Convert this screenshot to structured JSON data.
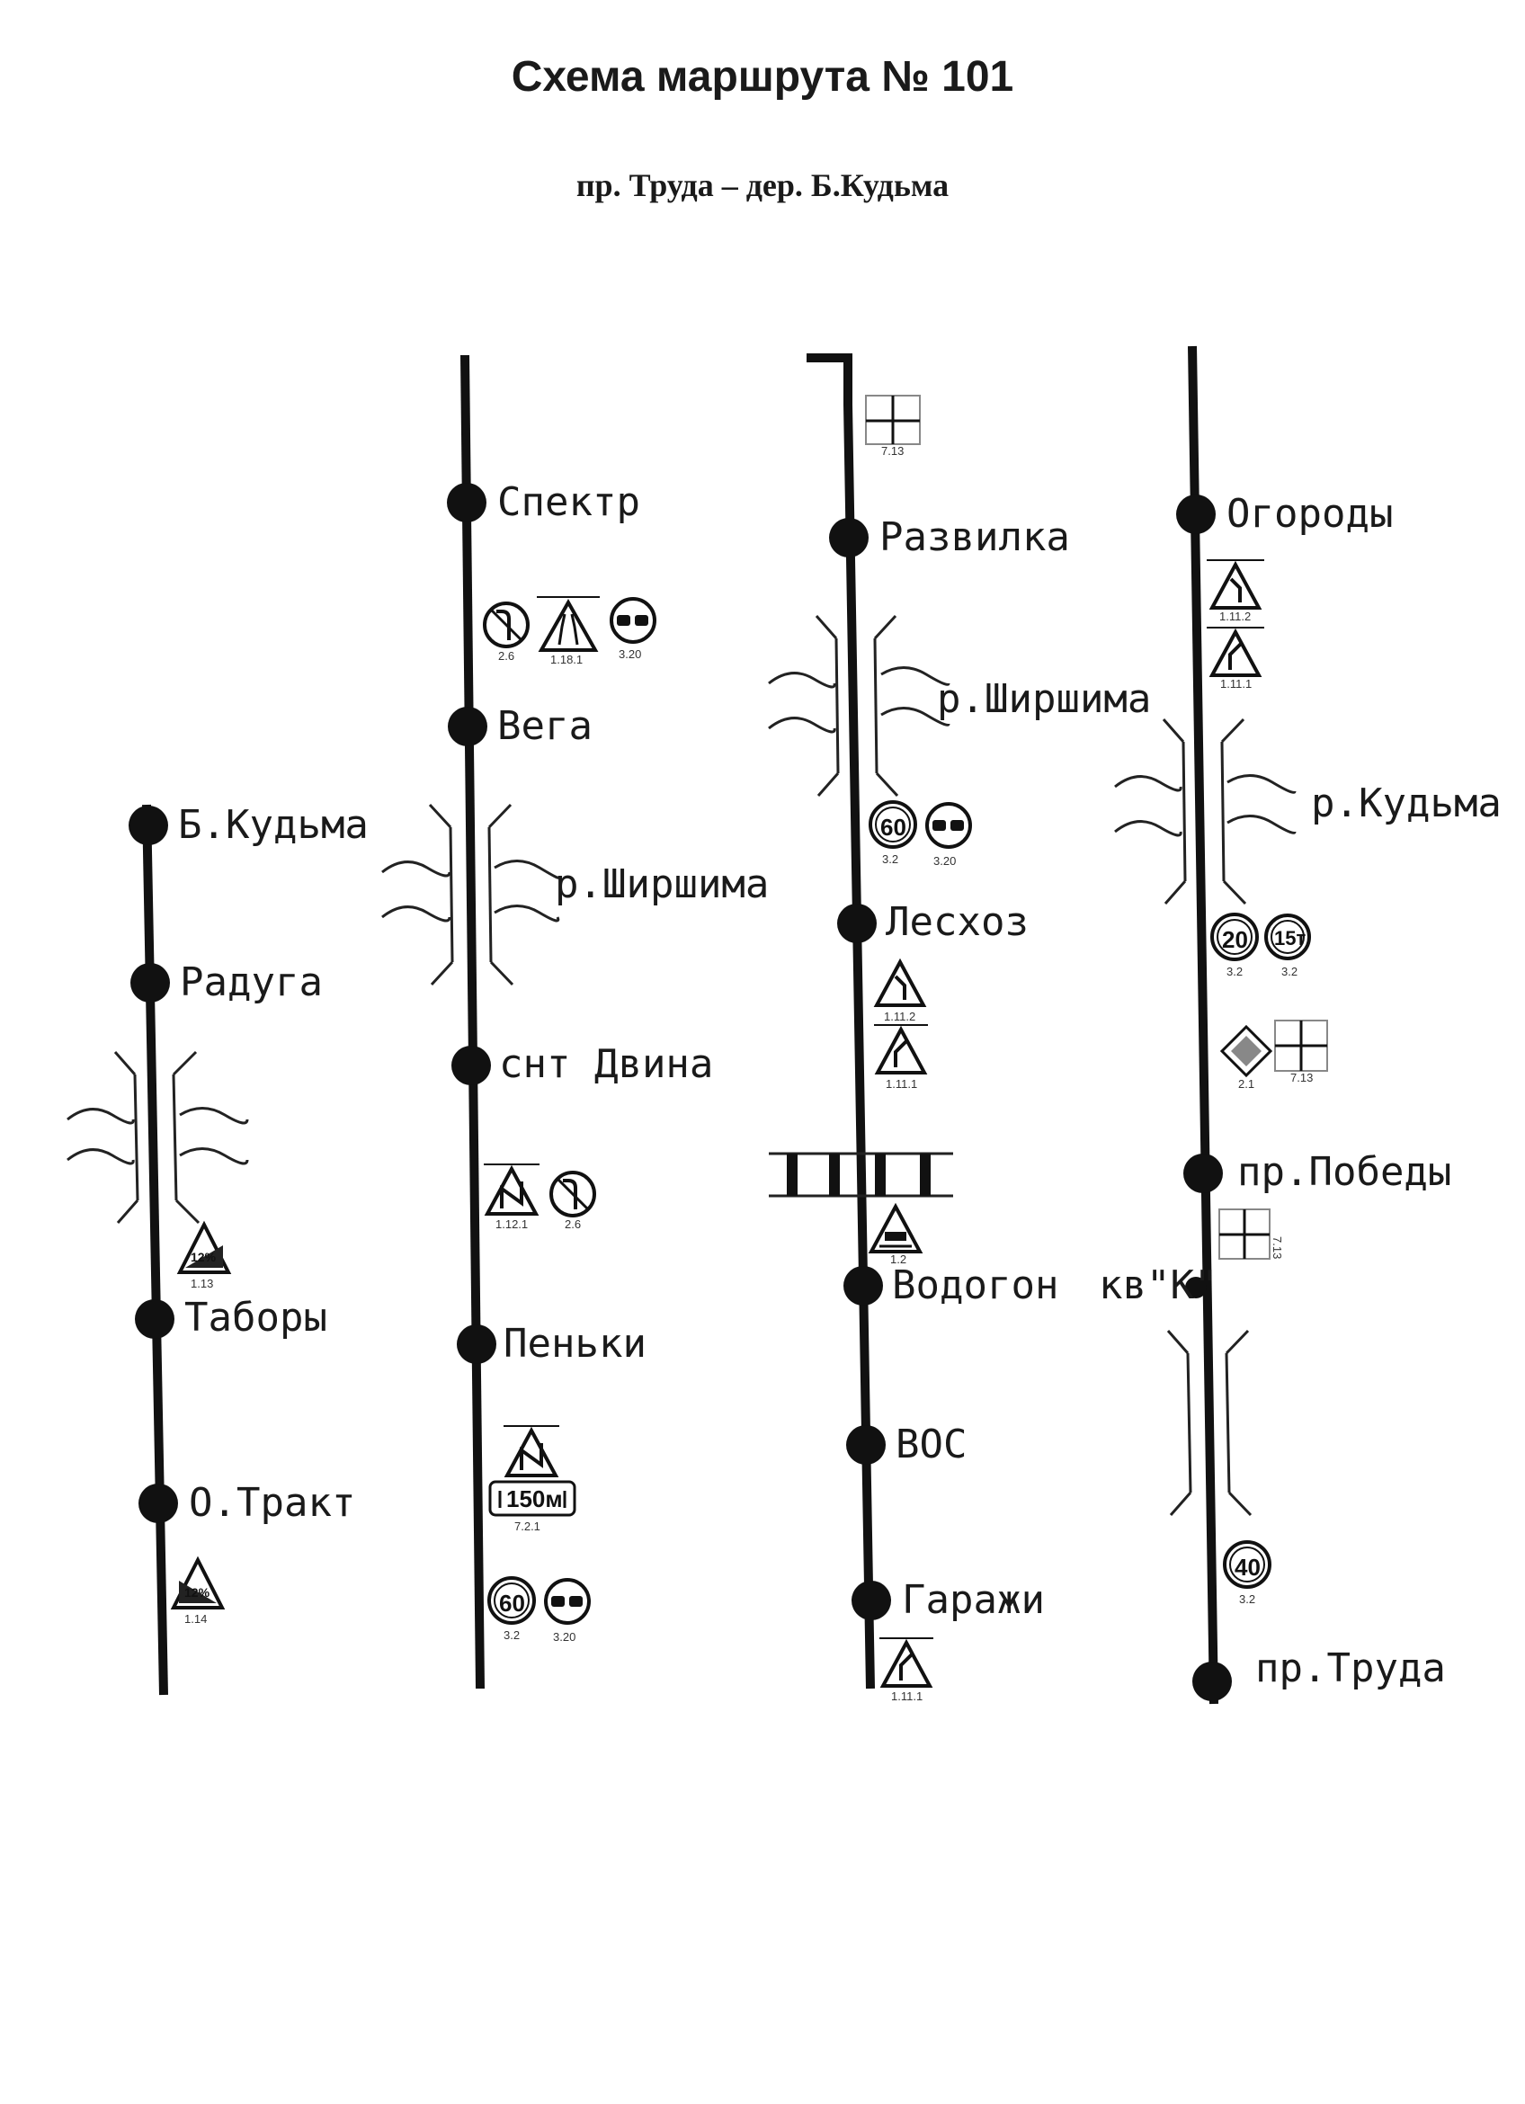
{
  "title": "Схема маршрута № 101",
  "subtitle": "пр. Труда – дер. Б.Кудьма",
  "columns": [
    {
      "stops": [
        "Б.Кудьма",
        "Радуга",
        "Таборы",
        "О.Тракт"
      ],
      "rivers": [],
      "signs": [
        {
          "icon": "steep-descent-icon",
          "text": "12%",
          "code": "1.13"
        },
        {
          "icon": "steep-ascent-icon",
          "text": "12%",
          "code": "1.14"
        }
      ]
    },
    {
      "stops": [
        "Спектр",
        "Вега",
        "снт Двина",
        "Пеньки"
      ],
      "rivers": [
        "р.Ширшима"
      ],
      "signs": [
        {
          "icon": "no-left-turn-icon",
          "code": "2.6"
        },
        {
          "icon": "narrowing-road-icon",
          "code": "1.18.1"
        },
        {
          "icon": "no-overtaking-icon",
          "code": "3.20"
        },
        {
          "icon": "dangerous-curve-icon",
          "code": "1.12.1"
        },
        {
          "icon": "no-left-turn-icon",
          "code": "2.6"
        },
        {
          "icon": "dangerous-curve-icon"
        },
        {
          "icon": "distance-plate-icon",
          "text": "150м",
          "code": "7.2.1"
        },
        {
          "icon": "speed-limit-icon",
          "text": "60",
          "code": "3.2"
        },
        {
          "icon": "no-overtaking-icon",
          "code": "3.20"
        }
      ]
    },
    {
      "stops": [
        "Развилка",
        "Лесхоз",
        "Водогон",
        "ВОС",
        "Гаражи"
      ],
      "rivers": [
        "р.Ширшима"
      ],
      "signs": [
        {
          "icon": "intersection-plate-icon",
          "code": "7.13"
        },
        {
          "icon": "speed-limit-icon",
          "text": "60",
          "code": "3.2"
        },
        {
          "icon": "no-overtaking-icon",
          "code": "3.20"
        },
        {
          "icon": "curve-left-icon",
          "code": "1.11.2"
        },
        {
          "icon": "curve-right-icon",
          "code": "1.11.1"
        },
        {
          "icon": "railway-crossing-icon",
          "code": "1.2"
        },
        {
          "icon": "curve-right-icon",
          "code": "1.11.1"
        }
      ]
    },
    {
      "stops": [
        "Огороды",
        "пр.Победы",
        "кв\"К\"",
        "пр.Труда"
      ],
      "rivers": [
        "р.Кудьма"
      ],
      "signs": [
        {
          "icon": "curve-left-icon",
          "code": "1.11.2"
        },
        {
          "icon": "curve-right-icon",
          "code": "1.11.1"
        },
        {
          "icon": "speed-limit-icon",
          "text": "20",
          "code": "3.2"
        },
        {
          "icon": "weight-limit-icon",
          "text": "15т",
          "code": "3.2"
        },
        {
          "icon": "main-road-icon",
          "code": "2.1"
        },
        {
          "icon": "intersection-plate-icon",
          "code": "7.13"
        },
        {
          "icon": "intersection-plate-icon",
          "code": "7.13"
        },
        {
          "icon": "speed-limit-icon",
          "text": "40",
          "code": "3.2"
        }
      ]
    }
  ]
}
